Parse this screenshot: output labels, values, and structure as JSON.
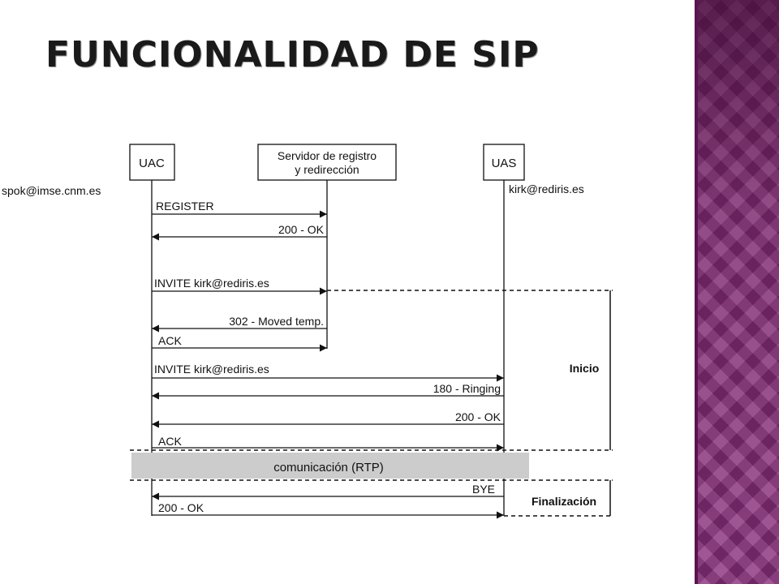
{
  "slide": {
    "title": "FUNCIONALIDAD DE SIP"
  },
  "colors": {
    "band": "#8a2f7c",
    "rtp_fill": "#cccccc",
    "line": "#111111"
  },
  "diagram": {
    "actors": {
      "uac": {
        "label": "UAC",
        "address": "spok@imse.cnm.es"
      },
      "server": {
        "label_line1": "Servidor de registro",
        "label_line2": "y redirección"
      },
      "uas": {
        "label": "UAS",
        "address": "kirk@rediris.es"
      }
    },
    "messages": [
      {
        "label": "REGISTER",
        "from": "uac",
        "to": "server"
      },
      {
        "label": "200 - OK",
        "from": "server",
        "to": "uac"
      },
      {
        "label": "INVITE kirk@rediris.es",
        "from": "uac",
        "to": "server"
      },
      {
        "label": "302 - Moved temp.",
        "from": "server",
        "to": "uac"
      },
      {
        "label": "ACK",
        "from": "uac",
        "to": "server"
      },
      {
        "label": "INVITE kirk@rediris.es",
        "from": "uac",
        "to": "uas"
      },
      {
        "label": "180  - Ringing",
        "from": "uas",
        "to": "uac"
      },
      {
        "label": "200 - OK",
        "from": "uas",
        "to": "uac"
      },
      {
        "label": "ACK",
        "from": "uac",
        "to": "uas"
      },
      {
        "label": "BYE",
        "from": "uas",
        "to": "uac"
      },
      {
        "label": "200 - OK",
        "from": "uac",
        "to": "uas"
      }
    ],
    "rtp_label": "comunicación (RTP)",
    "phases": {
      "inicio": "Inicio",
      "finalizacion": "Finalización"
    }
  }
}
